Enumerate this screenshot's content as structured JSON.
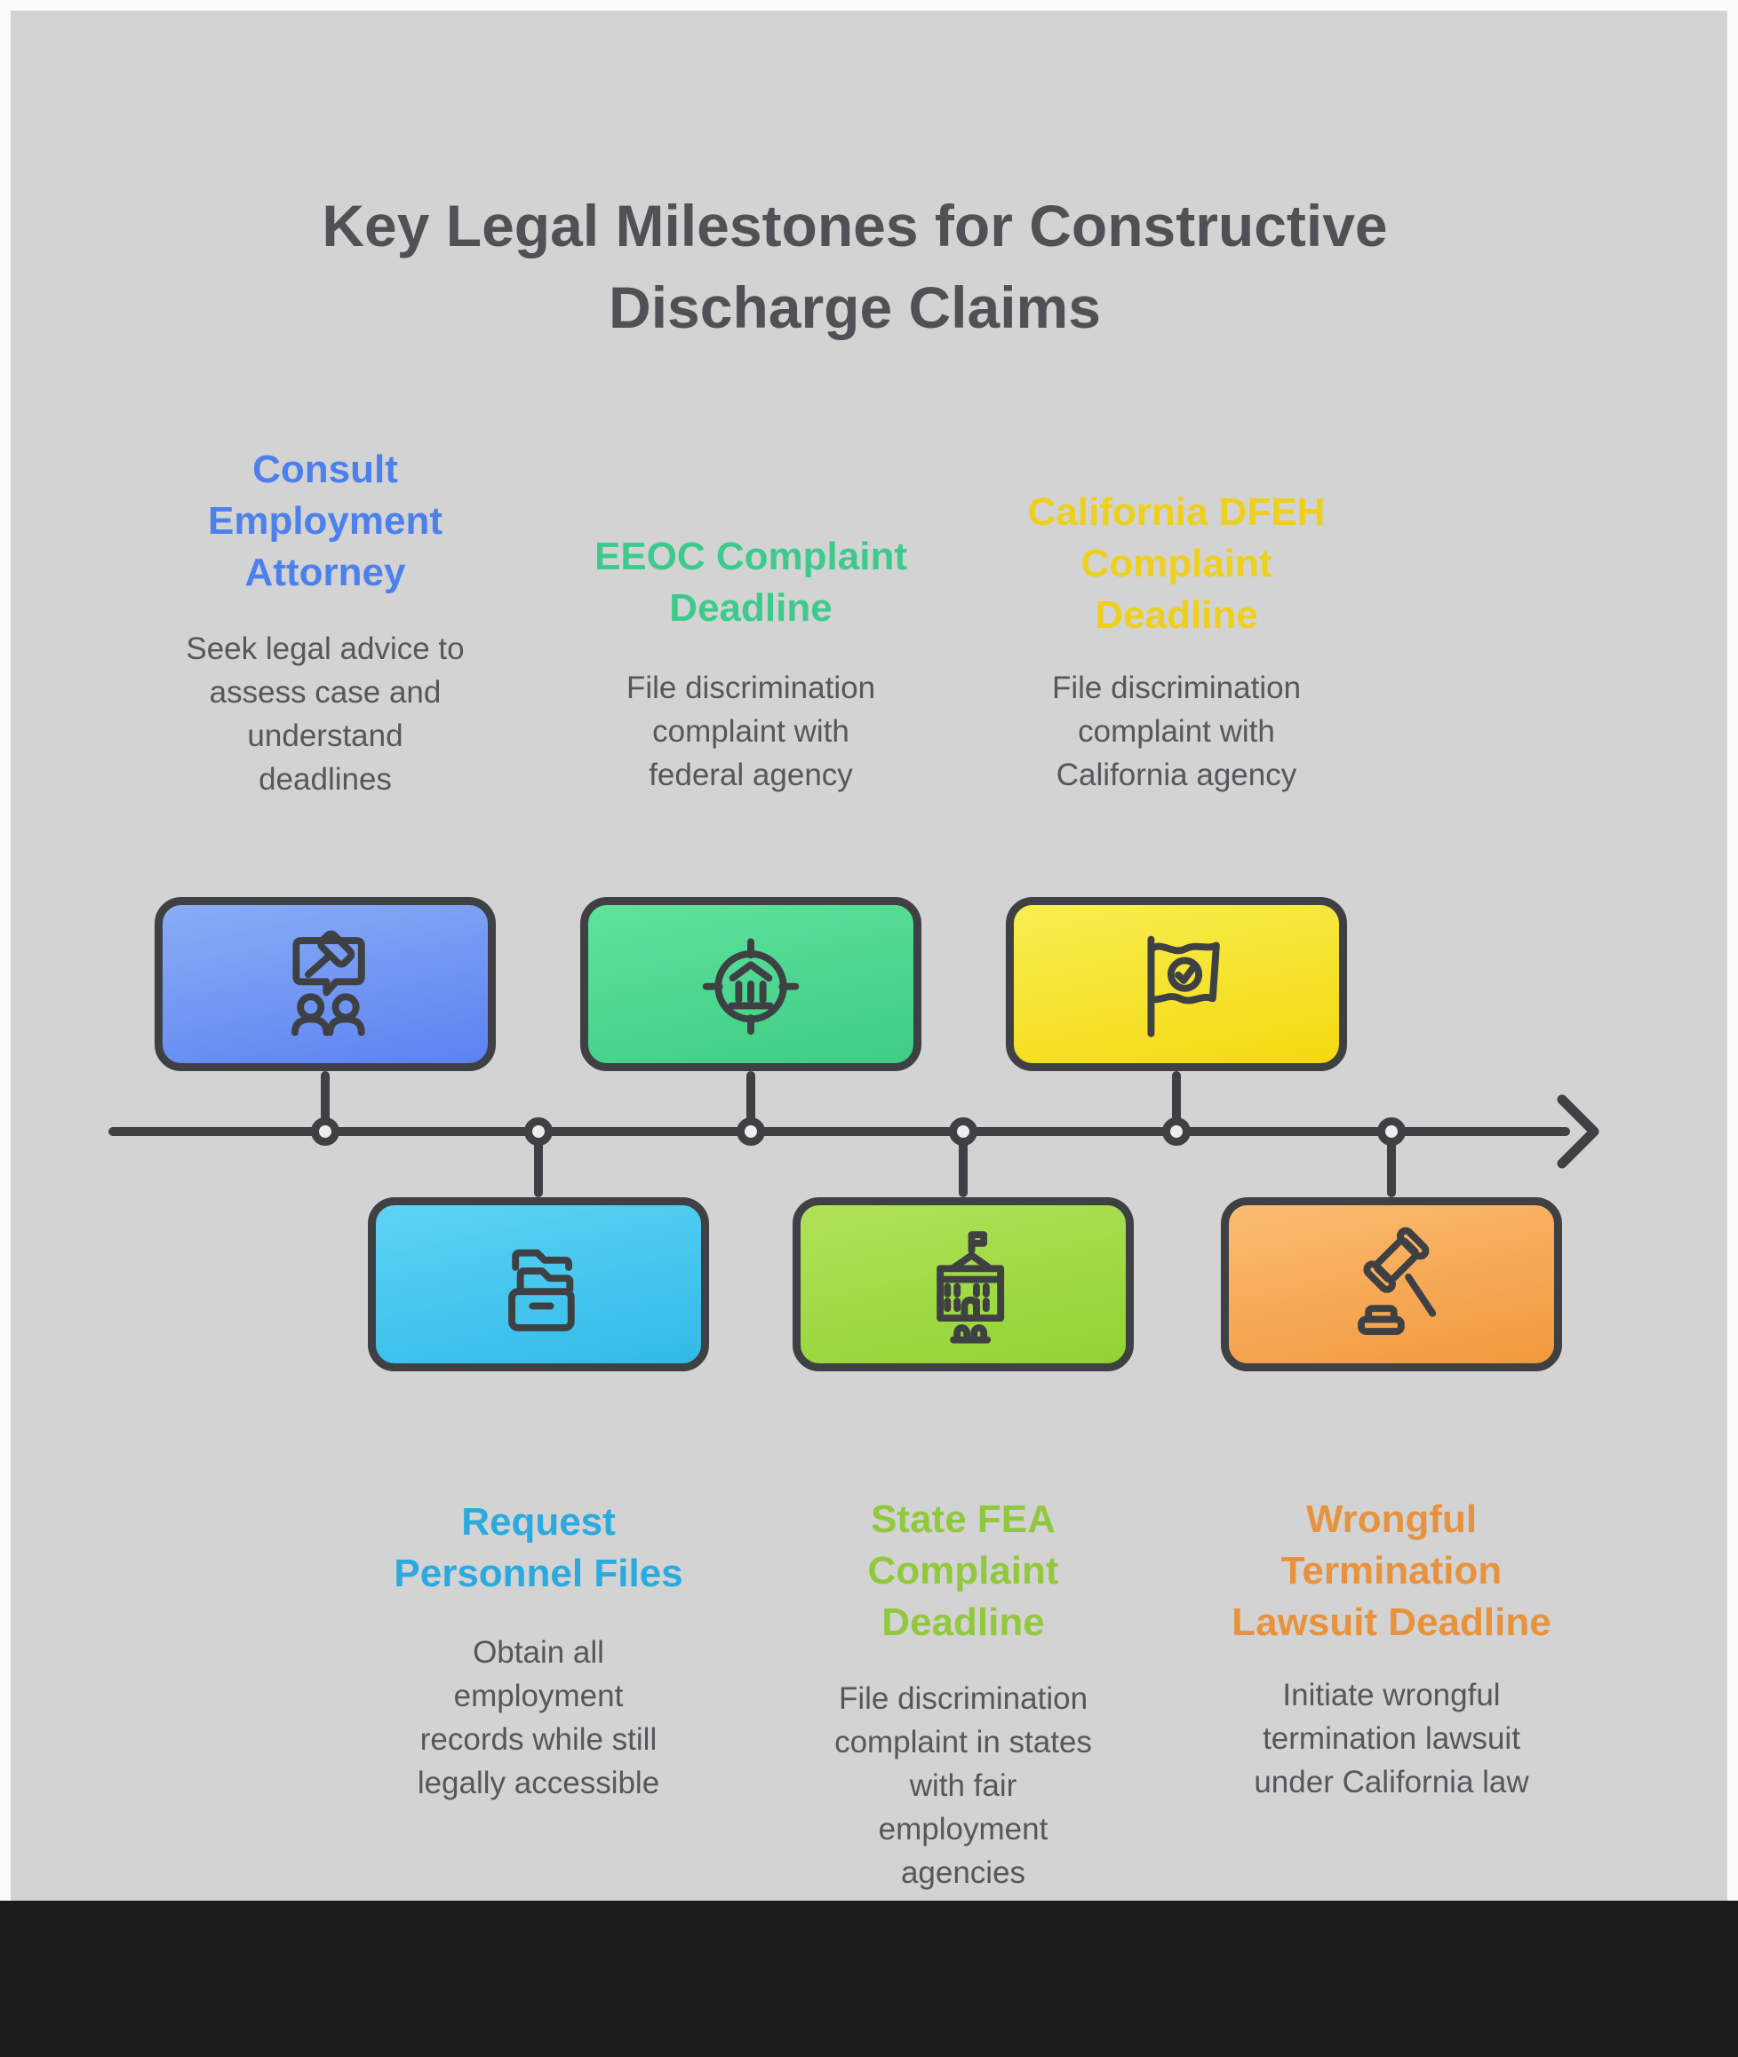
{
  "title": {
    "text": "Key Legal Milestones for Constructive\nDischarge Claims",
    "color": "#4f5154"
  },
  "background": {
    "panel_color": "#d3d3d3",
    "frame_color": "#fbfbfb",
    "footer_bar_color": "#1b1b1b",
    "outline_color": "#3e4043"
  },
  "timeline": {
    "direction": "left-to-right",
    "node_count": 6,
    "stroke_color": "#3e4043",
    "node_fill_color": "#ededed"
  },
  "milestones": [
    {
      "order": 1,
      "row": "top",
      "heading": "Consult\nEmployment\nAttorney",
      "description": "Seek legal advice to\nassess case and\nunderstand\ndeadlines",
      "heading_color": "#4c80ec",
      "card_color_top": "#8aadf6",
      "card_color_bottom": "#5b82f1",
      "icon": "attorney-consultation-icon"
    },
    {
      "order": 2,
      "row": "bottom",
      "heading": "Request\nPersonnel Files",
      "description": "Obtain all\nemployment\nrecords while still\nlegally accessible",
      "heading_color": "#2baadf",
      "card_color_top": "#5dd3f5",
      "card_color_bottom": "#31bae8",
      "icon": "personnel-files-icon"
    },
    {
      "order": 3,
      "row": "top",
      "heading": "EEOC Complaint\nDeadline",
      "description": "File discrimination\ncomplaint with\nfederal agency",
      "heading_color": "#3dcb8d",
      "card_color_top": "#5fe29c",
      "card_color_bottom": "#3ecc84",
      "icon": "federal-agency-target-icon"
    },
    {
      "order": 4,
      "row": "bottom",
      "heading": "State FEA\nComplaint\nDeadline",
      "description": "File discrimination\ncomplaint in states\nwith fair\nemployment\nagencies",
      "heading_color": "#92c83e",
      "card_color_top": "#b0e25a",
      "card_color_bottom": "#92d232",
      "icon": "state-agency-building-icon"
    },
    {
      "order": 5,
      "row": "top",
      "heading": "California DFEH\nComplaint\nDeadline",
      "description": "File discrimination\ncomplaint with\nCalifornia agency",
      "heading_color": "#edd01d",
      "card_color_top": "#f9ee52",
      "card_color_bottom": "#f3d90f",
      "icon": "california-flag-check-icon"
    },
    {
      "order": 6,
      "row": "bottom",
      "heading": "Wrongful\nTermination\nLawsuit Deadline",
      "description": "Initiate wrongful\ntermination lawsuit\nunder California law",
      "heading_color": "#e7933e",
      "card_color_top": "#fbbc72",
      "card_color_bottom": "#f1983c",
      "icon": "lawsuit-gavel-icon"
    }
  ]
}
